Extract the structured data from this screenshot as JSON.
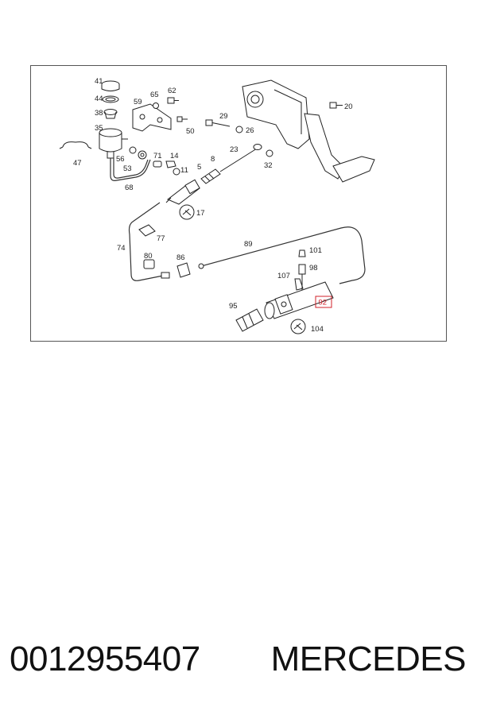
{
  "diagram": {
    "callouts": {
      "c41": "41",
      "c44": "44",
      "c38": "38",
      "c35": "35",
      "c47": "47",
      "c59": "59",
      "c65": "65",
      "c62": "62",
      "c50": "50",
      "c56": "56",
      "c53": "53",
      "c71": "71",
      "c14": "14",
      "c11": "11",
      "c68": "68",
      "c8": "8",
      "c5": "5",
      "c17": "17",
      "c29": "29",
      "c26": "26",
      "c23": "23",
      "c32": "32",
      "c20": "20",
      "c74": "74",
      "c77": "77",
      "c80": "80",
      "c86": "86",
      "c89": "89",
      "c101": "101",
      "c98": "98",
      "c107": "107",
      "c95": "95",
      "c92": "92",
      "c104": "104"
    },
    "highlighted_callout": "92",
    "highlight_color": "#d0202a"
  },
  "footer": {
    "part_number": "0012955407",
    "brand": "MERCEDES"
  }
}
